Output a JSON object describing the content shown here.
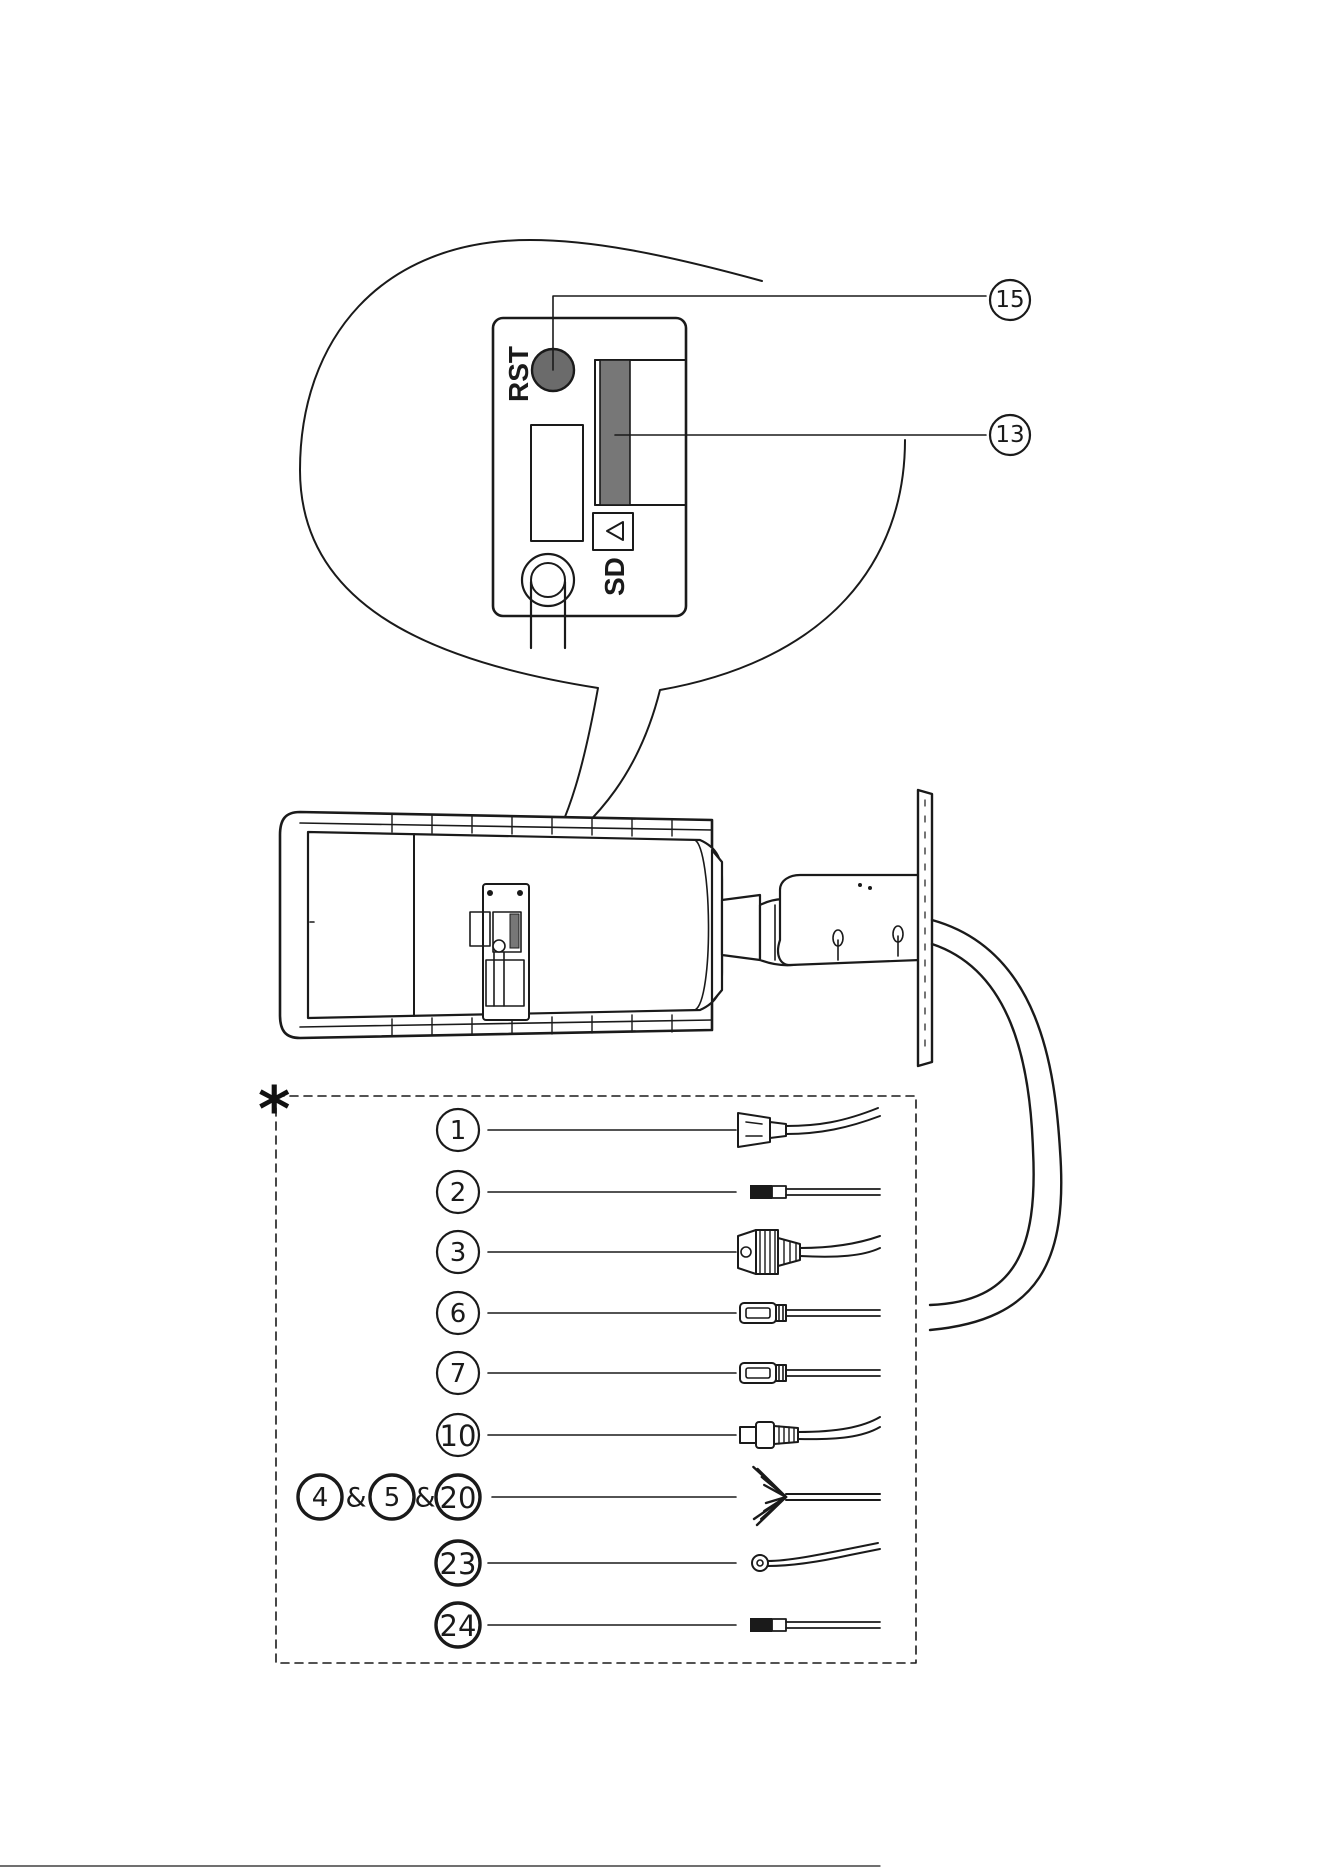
{
  "panel_labels": {
    "reset": "RST",
    "sd": "SD"
  },
  "optional_marker": "*",
  "ampersand": "&",
  "callouts_top": [
    {
      "id": "reset-button",
      "number": "15"
    },
    {
      "id": "sd-slot",
      "number": "13"
    }
  ],
  "cable_rows": [
    {
      "numbers": [
        "1"
      ],
      "connector": "network-connector"
    },
    {
      "numbers": [
        "2"
      ],
      "connector": "power-plug"
    },
    {
      "numbers": [
        "3"
      ],
      "connector": "waterproof-network-connector"
    },
    {
      "numbers": [
        "6"
      ],
      "connector": "audio-connector"
    },
    {
      "numbers": [
        "7"
      ],
      "connector": "audio-connector"
    },
    {
      "numbers": [
        "10"
      ],
      "connector": "bnc-connector"
    },
    {
      "numbers": [
        "4",
        "5",
        "20"
      ],
      "connector": "wire-bundle"
    },
    {
      "numbers": [
        "23"
      ],
      "connector": "grounding-ring"
    },
    {
      "numbers": [
        "24"
      ],
      "connector": "power-plug"
    }
  ],
  "colors": {
    "line": "#1a1a1a",
    "slot_fill": "#777777",
    "button_fill": "#6b6b6b"
  }
}
